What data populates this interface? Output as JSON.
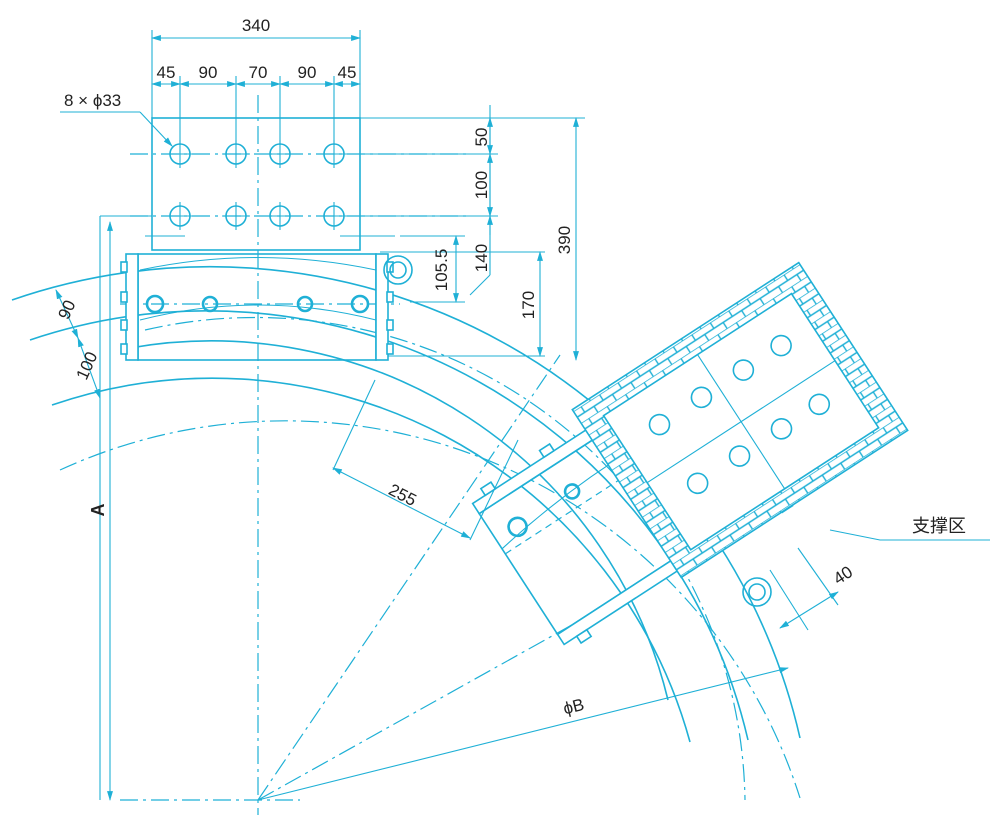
{
  "colors": {
    "line": "#1fb0d6",
    "text": "#222222",
    "background": "#ffffff"
  },
  "dimensions": {
    "total_width": "340",
    "spacing": [
      "45",
      "90",
      "70",
      "90",
      "45"
    ],
    "holes": "8 × ϕ33",
    "v_50": "50",
    "v_100": "100",
    "v_140": "140",
    "v_105_5": "105.5",
    "v_170": "170",
    "v_390": "390",
    "arc_90": "90",
    "arc_100": "100",
    "radial_255": "255",
    "gap_40": "40",
    "height_A": "A",
    "diameter_B": "ϕB"
  },
  "annotation": {
    "support_zone": "支撑区"
  }
}
